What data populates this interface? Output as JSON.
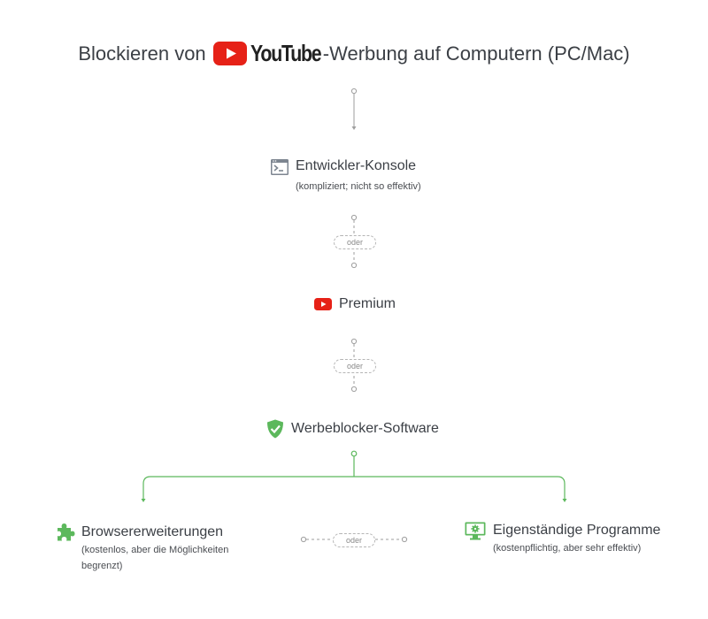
{
  "title": {
    "prefix": "Blockieren von",
    "brand": "YouTube",
    "suffix": "-Werbung auf Computern (PC/Mac)"
  },
  "nodes": {
    "console": {
      "label": "Entwickler-Konsole",
      "note": "(kompliziert; nicht so effektiv)",
      "icon": "terminal-icon"
    },
    "premium": {
      "label": "Premium",
      "icon": "youtube-play-icon"
    },
    "adblock": {
      "label": "Werbeblocker-Software",
      "icon": "shield-check-icon"
    },
    "extensions": {
      "label": "Browsererweiterungen",
      "note_line1": "(kostenlos, aber die Möglichkeiten",
      "note_line2": "begrenzt)",
      "icon": "puzzle-icon"
    },
    "programs": {
      "label": "Eigenständige Programme",
      "note": "(kostenpflichtig, aber sehr effektiv)",
      "icon": "monitor-gear-icon"
    }
  },
  "connectors": {
    "or_label": "oder"
  },
  "colors": {
    "youtube_red": "#e62117",
    "green": "#5cb85c",
    "gray_line": "#9e9e9e",
    "icon_gray": "#7d8590"
  }
}
